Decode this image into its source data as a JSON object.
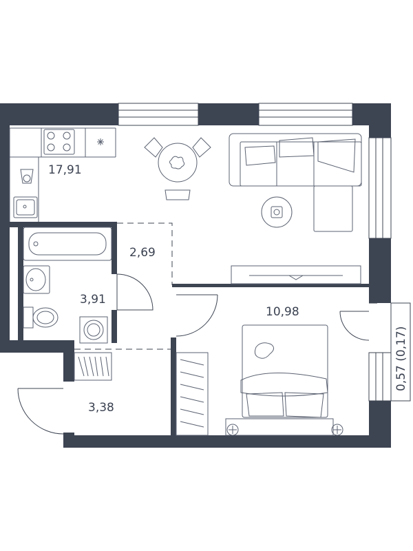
{
  "floor_plan": {
    "rooms": [
      {
        "id": "kitchen-living",
        "area": "17,91"
      },
      {
        "id": "hall",
        "area": "2,69"
      },
      {
        "id": "bathroom",
        "area": "3,91"
      },
      {
        "id": "bedroom",
        "area": "10,98"
      },
      {
        "id": "entrance",
        "area": "3,38"
      },
      {
        "id": "balcony",
        "area": "0,57 (0,17)"
      }
    ],
    "colors": {
      "wall": "#3d4452",
      "line": "#5a6170",
      "background": "#ffffff"
    }
  }
}
